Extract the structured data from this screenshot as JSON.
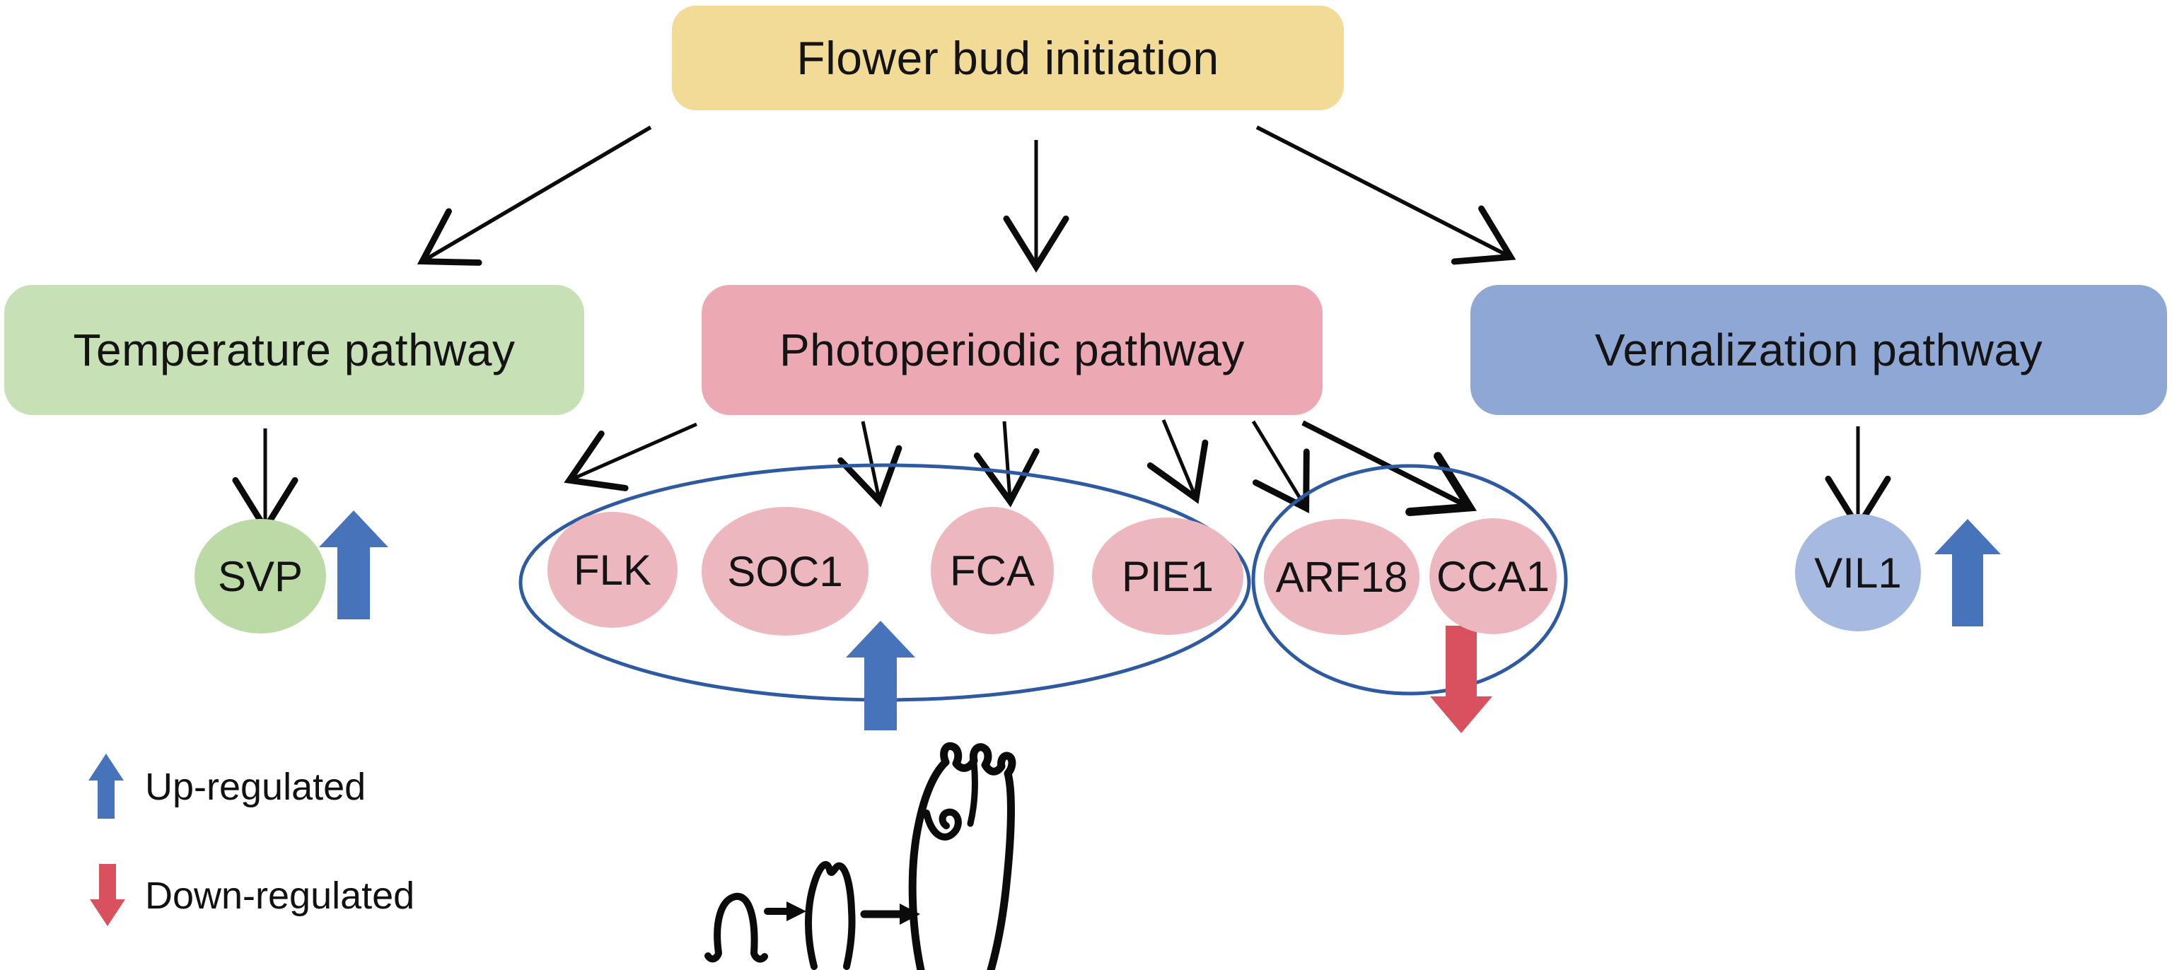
{
  "figure": {
    "root": {
      "label": "Flower bud initiation"
    },
    "pathways": {
      "temperature": {
        "label": "Temperature pathway"
      },
      "photoperiodic": {
        "label": "Photoperiodic pathway"
      },
      "vernalization": {
        "label": "Vernalization pathway"
      }
    },
    "genes": {
      "svp": "SVP",
      "flk": "FLK",
      "soc1": "SOC1",
      "fca": "FCA",
      "pie1": "PIE1",
      "arf18": "ARF18",
      "cca1": "CCA1",
      "vil1": "VIL1"
    },
    "groups": [
      {
        "pathway": "Photoperiodic pathway",
        "genes": [
          "FLK",
          "SOC1",
          "FCA",
          "PIE1"
        ],
        "regulation": "up"
      },
      {
        "pathway": "Photoperiodic pathway",
        "genes": [
          "ARF18",
          "CCA1"
        ],
        "regulation": "down"
      },
      {
        "pathway": "Temperature pathway",
        "genes": [
          "SVP"
        ],
        "regulation": "up"
      },
      {
        "pathway": "Vernalization pathway",
        "genes": [
          "VIL1"
        ],
        "regulation": "up"
      }
    ],
    "edges": [
      {
        "from": "Flower bud initiation",
        "to": "Temperature pathway"
      },
      {
        "from": "Flower bud initiation",
        "to": "Photoperiodic pathway"
      },
      {
        "from": "Flower bud initiation",
        "to": "Vernalization pathway"
      },
      {
        "from": "Temperature pathway",
        "to": "SVP"
      },
      {
        "from": "Photoperiodic pathway",
        "to": "FLK"
      },
      {
        "from": "Photoperiodic pathway",
        "to": "SOC1"
      },
      {
        "from": "Photoperiodic pathway",
        "to": "FCA"
      },
      {
        "from": "Photoperiodic pathway",
        "to": "PIE1"
      },
      {
        "from": "Photoperiodic pathway",
        "to": "ARF18"
      },
      {
        "from": "Photoperiodic pathway",
        "to": "CCA1"
      },
      {
        "from": "Vernalization pathway",
        "to": "VIL1"
      }
    ],
    "legend": {
      "up": "Up-regulated",
      "down": "Down-regulated"
    },
    "icons": {
      "up_arrow": "up-regulated-arrow",
      "down_arrow": "down-regulated-arrow",
      "sketch": "flower-bud-development-stages"
    },
    "colors": {
      "root_box": "#F2DB96",
      "temperature_box": "#C7E0B5",
      "photoperiodic_box": "#ECA9B4",
      "vernalization_box": "#8FA7D4",
      "gene_pink": "#EDB7C0",
      "gene_green": "#BCDAA6",
      "gene_blue": "#A6B9E0",
      "group_ellipse_stroke": "#2D5AA0",
      "up_arrow": "#4673B9",
      "down_arrow": "#D9515F",
      "line": "#0B0B0B"
    }
  }
}
